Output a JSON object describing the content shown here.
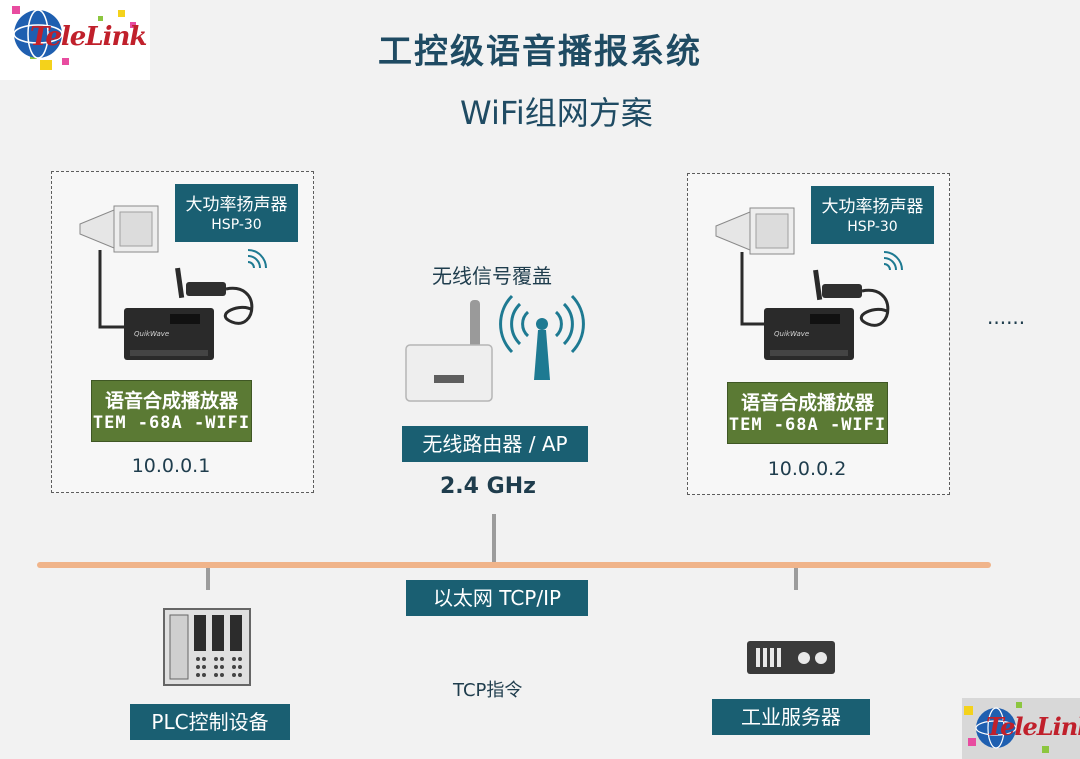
{
  "logo_text": "TeleLink",
  "title": "工控级语音播报系统",
  "subtitle": "WiFi组网方案",
  "speaker": {
    "name": "大功率扬声器",
    "model": "HSP-30"
  },
  "player": {
    "name": "语音合成播放器",
    "model": "TEM -68A -WIFI",
    "device_brand": "QuikWave"
  },
  "nodes": [
    {
      "ip": "10.0.0.1"
    },
    {
      "ip": "10.0.0.2"
    }
  ],
  "more": "......",
  "wifi": {
    "coverage": "无线信号覆盖",
    "router_label": "无线路由器 / AP",
    "frequency": "2.4 GHz"
  },
  "network": {
    "ethernet_label": "以太网 TCP/IP",
    "command_label": "TCP指令"
  },
  "plc_label": "PLC控制设备",
  "server_label": "工业服务器",
  "colors": {
    "teal": "#1a5f72",
    "green": "#5b7a34",
    "bus": "#f0b48a",
    "title": "#1f4b63"
  }
}
